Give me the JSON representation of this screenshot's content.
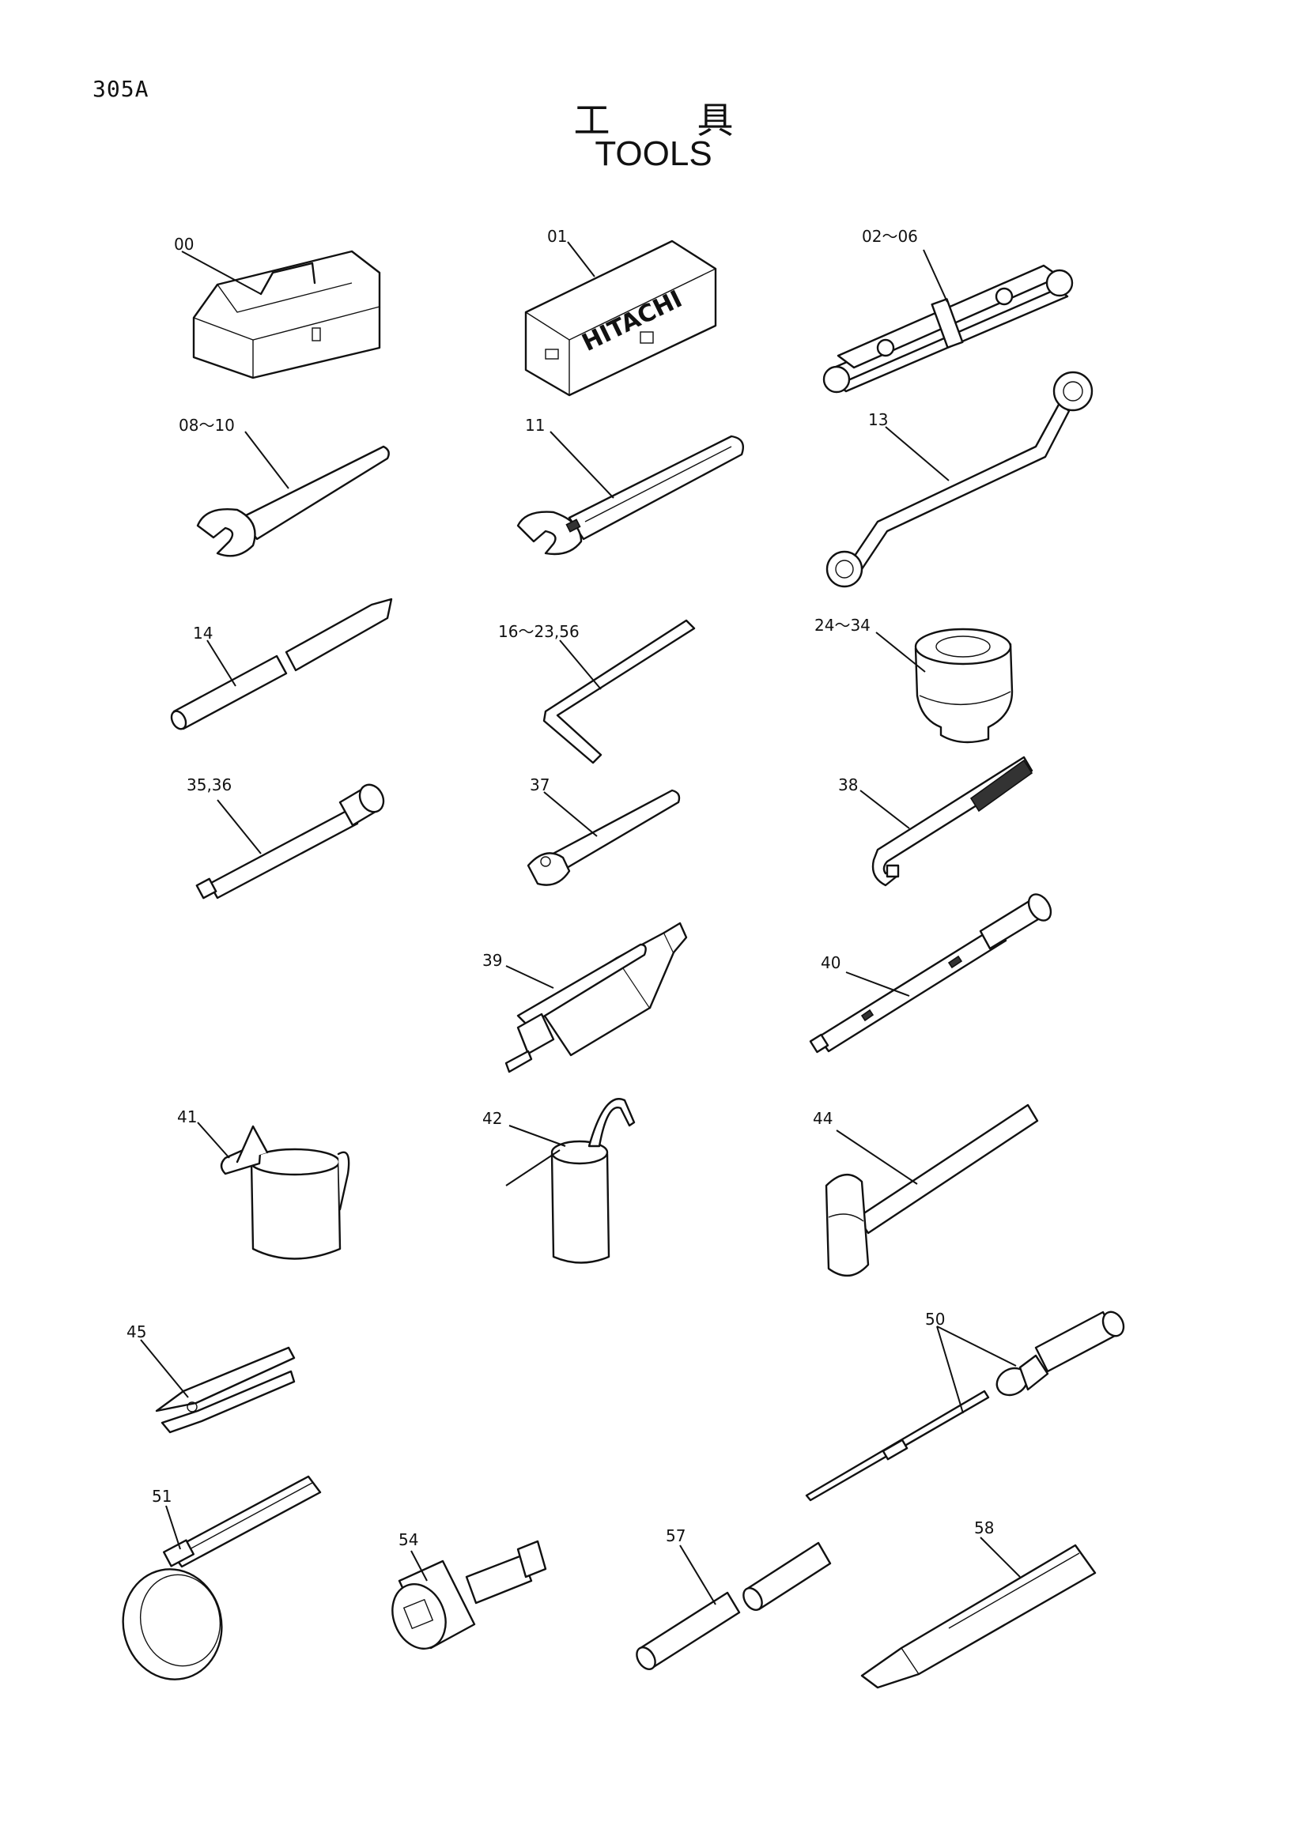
{
  "page_number": "305A",
  "title_jp": "工具",
  "title_en": "TOOLS",
  "box_brand": "HITACHI",
  "callouts": [
    {
      "id": "tool-box",
      "label": "00"
    },
    {
      "id": "tool-case",
      "label": "01"
    },
    {
      "id": "wrench-set",
      "label": "02～06"
    },
    {
      "id": "open-wrench",
      "label": "08～10"
    },
    {
      "id": "adjustable-wrench",
      "label": "11"
    },
    {
      "id": "offset-wrench",
      "label": "13"
    },
    {
      "id": "extension-bar",
      "label": "14"
    },
    {
      "id": "hex-key",
      "label": "16～23,56"
    },
    {
      "id": "socket",
      "label": "24～34"
    },
    {
      "id": "socket-extension",
      "label": "35,36"
    },
    {
      "id": "ratchet-handle",
      "label": "37"
    },
    {
      "id": "l-handle",
      "label": "38"
    },
    {
      "id": "grease-gun",
      "label": "39"
    },
    {
      "id": "torque-wrench",
      "label": "40"
    },
    {
      "id": "oil-jug",
      "label": "41"
    },
    {
      "id": "oiler",
      "label": "42"
    },
    {
      "id": "hammer",
      "label": "44"
    },
    {
      "id": "pliers",
      "label": "45"
    },
    {
      "id": "screwdriver",
      "label": "50"
    },
    {
      "id": "filter-wrench",
      "label": "51"
    },
    {
      "id": "socket-adapter",
      "label": "54"
    },
    {
      "id": "pipe",
      "label": "57"
    },
    {
      "id": "chisel",
      "label": "58"
    }
  ]
}
